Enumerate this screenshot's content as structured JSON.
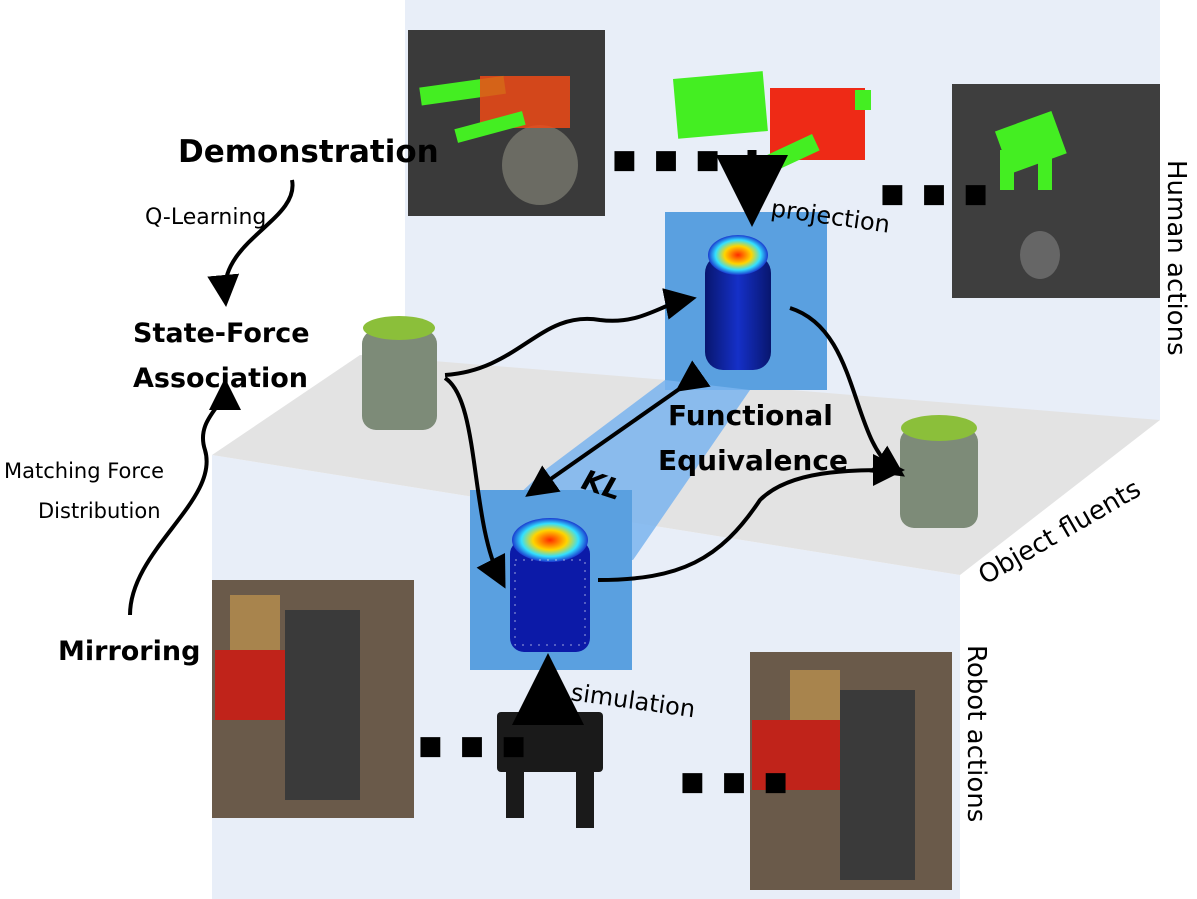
{
  "labels": {
    "demonstration": "Demonstration",
    "q_learning": "Q-Learning",
    "state_force_1": "State-Force",
    "state_force_2": "Association",
    "matching_1": "Matching  Force",
    "matching_2": "Distribution",
    "mirroring": "Mirroring",
    "projection": "projection",
    "functional_1": "Functional",
    "functional_2": "Equivalence",
    "kl": "KL",
    "simulation": "simulation",
    "human_actions": "Human actions",
    "object_fluents": "Object fluents",
    "robot_actions": "Robot actions",
    "dots": "■ ■ ■"
  },
  "colors": {
    "plane_light": "#e8eef8",
    "plane_grey": "#e6e6e6",
    "blue_panel": "#5aa0e0",
    "blue_panel_light": "#8cc3f2",
    "dark_bg": "#3e3e3e",
    "hand_green": "#44ee22",
    "hand_red": "#ee2a16",
    "jar_body": "#0a1a9a",
    "arrow": "#000000"
  }
}
